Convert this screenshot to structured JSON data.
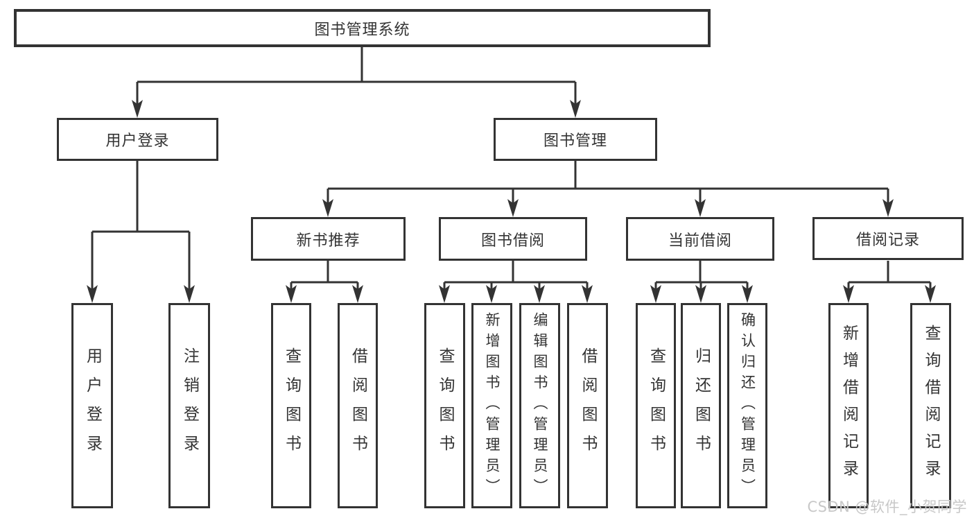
{
  "diagram": {
    "title": "图书管理系统",
    "type": "hierarchy-tree",
    "colors": {
      "line": "#333333",
      "box_border": "#333333",
      "text": "#333333",
      "background": "#ffffff",
      "watermark_text": "#c8c8c8"
    },
    "watermark": "CSDN @软件_小贺同学",
    "nodes": {
      "root": {
        "label": "图书管理系统",
        "children": [
          "user_login",
          "book_mgmt"
        ]
      },
      "user_login": {
        "label": "用户登录",
        "children": [
          "ul_login",
          "ul_logout"
        ]
      },
      "book_mgmt": {
        "label": "图书管理",
        "children": [
          "new_book_rec",
          "book_borrow",
          "current_borrow",
          "borrow_records"
        ]
      },
      "new_book_rec": {
        "label": "新书推荐",
        "children": [
          "nb_query",
          "nb_borrow"
        ]
      },
      "book_borrow": {
        "label": "图书借阅",
        "children": [
          "bb_query",
          "bb_add",
          "bb_edit",
          "bb_borrow"
        ]
      },
      "current_borrow": {
        "label": "当前借阅",
        "children": [
          "cb_query",
          "cb_return",
          "cb_confirm"
        ]
      },
      "borrow_records": {
        "label": "借阅记录",
        "children": [
          "br_add",
          "br_query"
        ]
      },
      "ul_login": {
        "label": "用户登录"
      },
      "ul_logout": {
        "label": "注销登录"
      },
      "nb_query": {
        "label": "查询图书"
      },
      "nb_borrow": {
        "label": "借阅图书"
      },
      "bb_query": {
        "label": "查询图书"
      },
      "bb_add": {
        "label": "新增图书（管理员）"
      },
      "bb_edit": {
        "label": "编辑图书（管理员）"
      },
      "bb_borrow": {
        "label": "借阅图书"
      },
      "cb_query": {
        "label": "查询图书"
      },
      "cb_return": {
        "label": "归还图书"
      },
      "cb_confirm": {
        "label": "确认归还（管理员）"
      },
      "br_add": {
        "label": "新增借阅记录"
      },
      "br_query": {
        "label": "查询借阅记录"
      }
    }
  }
}
